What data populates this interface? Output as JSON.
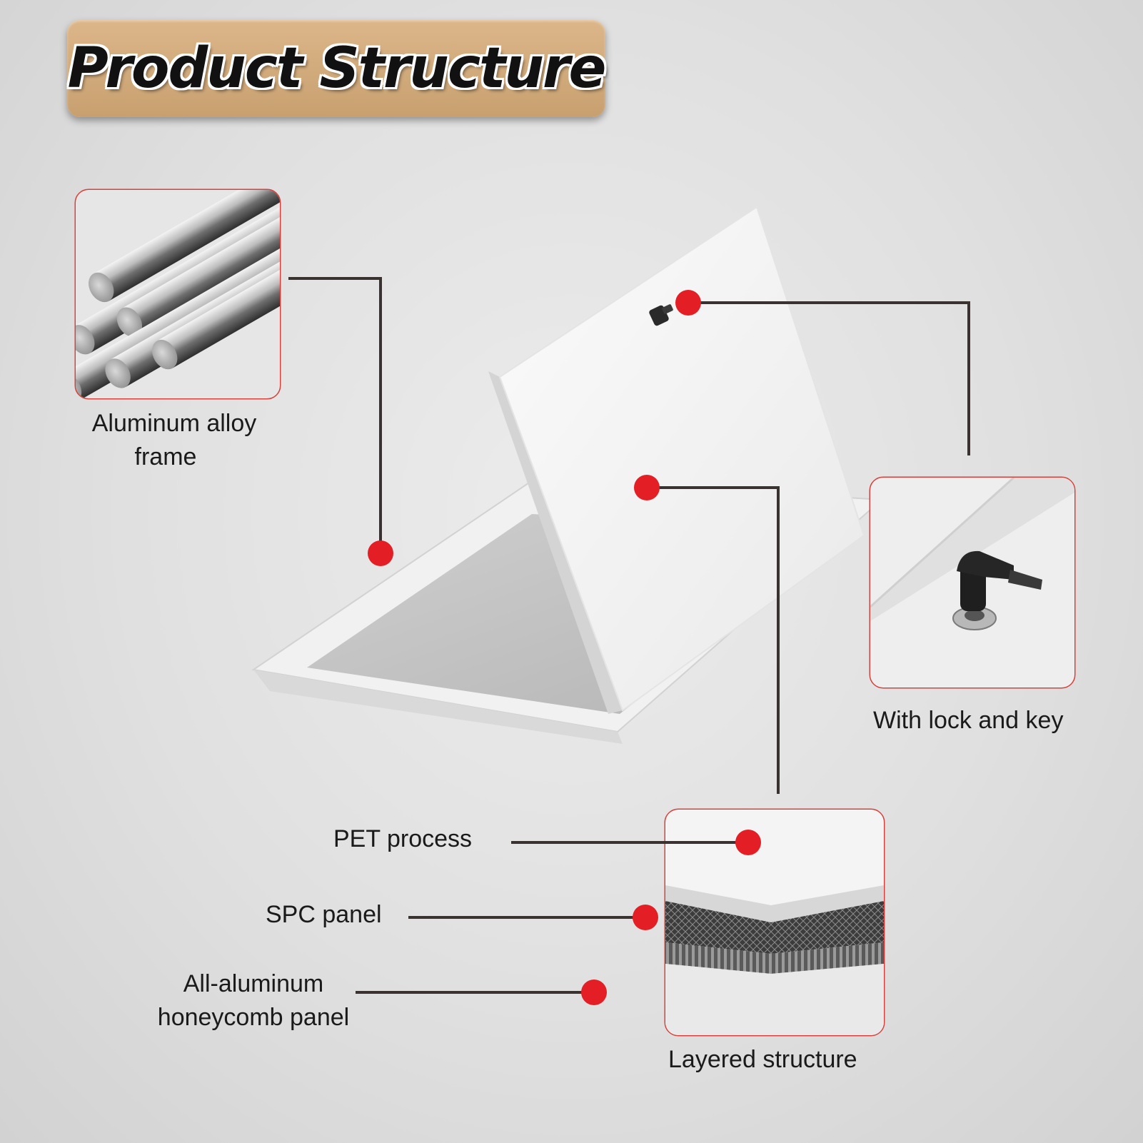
{
  "title": "Product Structure",
  "labels": {
    "frame_line1": "Aluminum alloy",
    "frame_line2": "frame",
    "lock": "With lock and key",
    "pet": "PET process",
    "spc": "SPC panel",
    "honeycomb_line1": "All-aluminum",
    "honeycomb_line2": "honeycomb panel",
    "layered": "Layered structure"
  },
  "icons": {
    "rods": "aluminum-rods-icon",
    "lock": "cam-lock-icon",
    "layers": "layered-panel-icon",
    "hatch": "access-hatch-illustration"
  },
  "colors": {
    "marker": "#e31e24",
    "inset_border": "#d8423c",
    "leader": "#3a3230",
    "banner": "#d3ab7c"
  }
}
